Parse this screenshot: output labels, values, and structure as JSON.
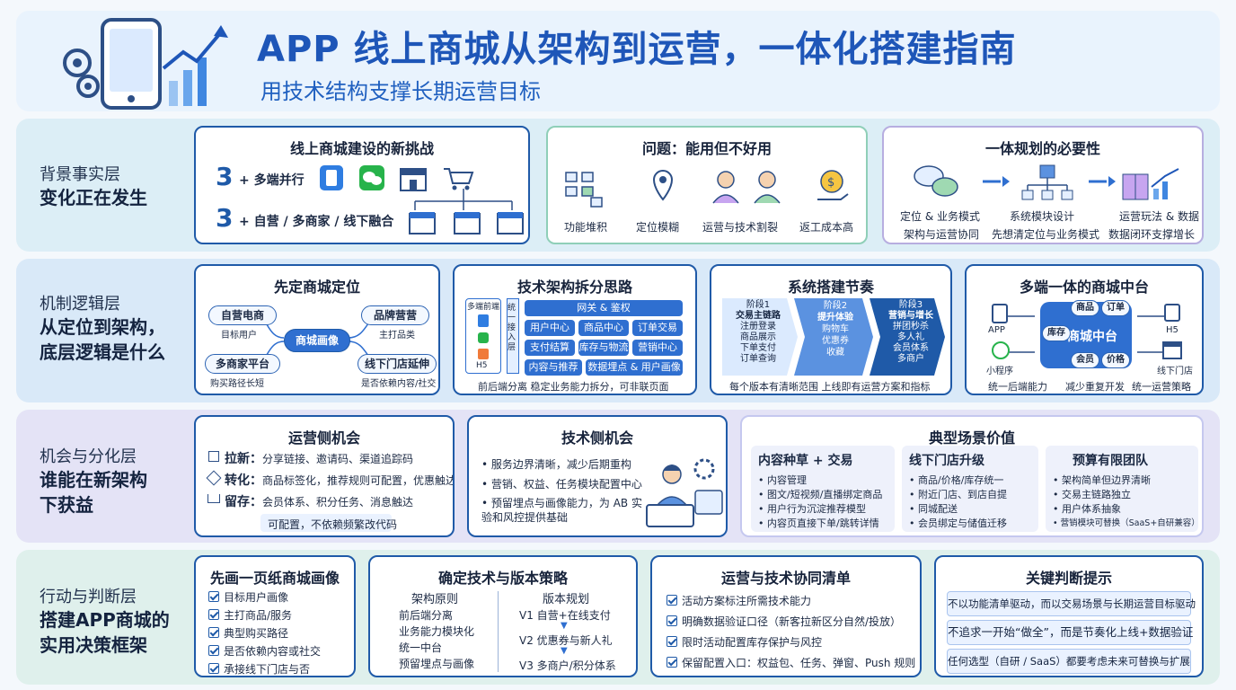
{
  "header": {
    "title": "APP 线上商城从架构到运营，一体化搭建指南",
    "subtitle": "用技术结构支撑长期运营目标"
  },
  "layer1": {
    "label_top": "背景事实层",
    "label_main": "变化正在发生",
    "card1": {
      "title": "线上商城建设的新挑战",
      "row1_num": "3",
      "row1_text": "+ 多端并行",
      "row2_num": "3",
      "row2_text": "+ 自营 / 多商家 / 线下融合"
    },
    "card2": {
      "title": "问题：能用但不好用",
      "items": [
        "功能堆积",
        "定位模糊",
        "运营与技术割裂",
        "返工成本高"
      ]
    },
    "card3": {
      "title": "一体规划的必要性",
      "col1": [
        "定位 & 业务模式",
        "架构与运营协同"
      ],
      "col2": [
        "系统模块设计",
        "先想清定位与业务模式"
      ],
      "col3": [
        "运营玩法 & 数据",
        "数据闭环支撑增长"
      ]
    }
  },
  "layer2": {
    "label_top": "机制逻辑层",
    "label_main": [
      "从定位到架构，",
      "底层逻辑是什么"
    ],
    "card1": {
      "title": "先定商城定位",
      "center": "商城画像",
      "n1": "自营电商",
      "n1s": "目标用户",
      "n2": "品牌营营",
      "n2s": "主打品类",
      "n3": "多商家平台",
      "n3s": "购买路径长短",
      "n4": "线下门店延伸",
      "n4s": "是否依赖内容/社交"
    },
    "card2": {
      "title": "技术架构拆分思路",
      "left_title": "多端前端",
      "left_items": [
        "APP",
        "小程序",
        "H5"
      ],
      "mid_label": "统一接入层",
      "top_box": "网关 & 鉴权",
      "grid": [
        "用户中心",
        "商品中心",
        "订单交易",
        "支付结算",
        "库存与物流",
        "营销中心",
        "内容与推荐",
        "数据埋点 & 用户画像"
      ],
      "caption": "前后端分离   稳定业务能力拆分，可非联页面"
    },
    "card3": {
      "title": "系统搭建节奏",
      "phase1": [
        "阶段1",
        "交易主链路",
        "注册登录",
        "商品展示",
        "下单支付",
        "订单查询"
      ],
      "phase2": [
        "阶段2",
        "提升体验",
        "购物车",
        "优惠券",
        "收藏"
      ],
      "phase3": [
        "阶段3",
        "营销与增长",
        "拼团秒杀",
        "多人礼",
        "会员体系",
        "多商户"
      ],
      "caption": "每个版本有清晰范围      上线即有运营方案和指标"
    },
    "card4": {
      "title": "多端一体的商城中台",
      "center": "商城中台",
      "nodes": [
        "商品",
        "订单",
        "库存",
        "会员",
        "价格"
      ],
      "ends": [
        "APP",
        "小程序",
        "H5",
        "线下门店"
      ],
      "caption": [
        "统一后端能力",
        "减少重复开发",
        "统一运营策略"
      ]
    }
  },
  "layer3": {
    "label_top": "机会与分化层",
    "label_main": [
      "谁能在新架构",
      "下获益"
    ],
    "card1": {
      "title": "运营侧机会",
      "rows": [
        {
          "k": "拉新：",
          "v": "分享链接、邀请码、渠道追踪码"
        },
        {
          "k": "转化：",
          "v": "商品标签化，推荐规则可配置，优惠触达"
        },
        {
          "k": "留存：",
          "v": "会员体系、积分任务、消息触达"
        }
      ],
      "footer": "可配置，不依赖频繁改代码"
    },
    "card2": {
      "title": "技术侧机会",
      "items": [
        "服务边界清晰，减少后期重构",
        "营销、权益、任务模块配置中心",
        "预留埋点与画像能力，为 AB 实验和风控提供基础"
      ]
    },
    "card3": {
      "title": "典型场景价值",
      "s1": {
        "title": "内容种草 + 交易",
        "items": [
          "内容管理",
          "图文/短视频/直播绑定商品",
          "用户行为沉淀推荐模型",
          "内容页直接下单/跳转详情"
        ]
      },
      "s2": {
        "title": "线下门店升级",
        "items": [
          "商品/价格/库存统一",
          "附近门店、到店自提",
          "同城配送",
          "会员绑定与储值迁移"
        ]
      },
      "s3": {
        "title": "预算有限团队",
        "items": [
          "架构简单但边界清晰",
          "交易主链路独立",
          "用户体系抽象",
          "营销模块可替换（SaaS+自研兼容）"
        ]
      }
    }
  },
  "layer4": {
    "label_top": "行动与判断层",
    "label_main": [
      "搭建APP商城的",
      "实用决策框架"
    ],
    "card1": {
      "title": "先画一页纸商城画像",
      "items": [
        "目标用户画像",
        "主打商品/服务",
        "典型购买路径",
        "是否依赖内容或社交",
        "承接线下门店与否"
      ]
    },
    "card2": {
      "title": "确定技术与版本策略",
      "left_title": "架构原则",
      "left_items": [
        "前后端分离",
        "业务能力模块化",
        "统一中台",
        "预留埋点与画像"
      ],
      "right_title": "版本规划",
      "right_items": [
        "V1 自营+在线支付",
        "V2 优惠券与新人礼",
        "V3 多商户/积分体系"
      ]
    },
    "card3": {
      "title": "运营与技术协同清单",
      "items": [
        "活动方案标注所需技术能力",
        "明确数据验证口径（新客拉新区分自然/投放）",
        "限时活动配置库存保护与风控",
        "保留配置入口：权益包、任务、弹窗、Push 规则"
      ]
    },
    "card4": {
      "title": "关键判断提示",
      "tips": [
        "不以功能清单驱动，而以交易场景与长期运营目标驱动",
        "不追求一开始“做全”，而是节奏化上线+数据验证",
        "任何选型（自研 / SaaS）都要考虑未来可替换与扩展"
      ]
    }
  },
  "colors": {
    "primary": "#1f5aa8",
    "accent": "#2f6fd0",
    "title_blue": "#1e56b8"
  }
}
